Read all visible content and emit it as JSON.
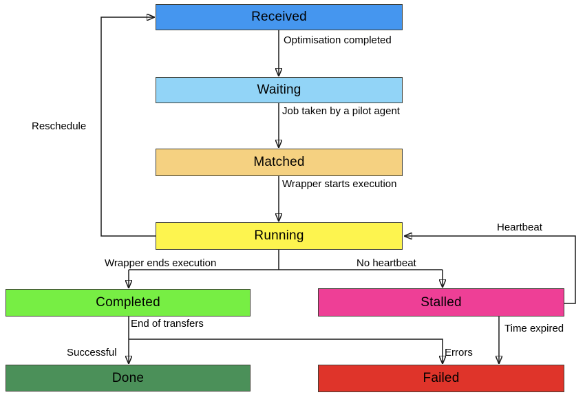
{
  "diagram": {
    "type": "state-diagram",
    "background_color": "#ffffff",
    "line_color": "#1a1a1a",
    "states": {
      "received": {
        "label": "Received",
        "color": "#4596ef"
      },
      "waiting": {
        "label": "Waiting",
        "color": "#92d4f7"
      },
      "matched": {
        "label": "Matched",
        "color": "#f5d181"
      },
      "running": {
        "label": "Running",
        "color": "#fdf44f"
      },
      "completed": {
        "label": "Completed",
        "color": "#77ee44"
      },
      "stalled": {
        "label": "Stalled",
        "color": "#ee3f96"
      },
      "done": {
        "label": "Done",
        "color": "#4b9059"
      },
      "failed": {
        "label": "Failed",
        "color": "#df342a"
      }
    },
    "transitions": {
      "optimisation_completed": {
        "label": "Optimisation completed",
        "from": "Received",
        "to": "Waiting"
      },
      "job_taken": {
        "label": "Job taken by a pilot agent",
        "from": "Waiting",
        "to": "Matched"
      },
      "wrapper_starts": {
        "label": "Wrapper starts execution",
        "from": "Matched",
        "to": "Running"
      },
      "reschedule": {
        "label": "Reschedule",
        "from": "Running",
        "to": "Received"
      },
      "wrapper_ends": {
        "label": "Wrapper ends execution",
        "from": "Running",
        "to": "Completed"
      },
      "no_heartbeat": {
        "label": "No heartbeat",
        "from": "Running",
        "to": "Stalled"
      },
      "heartbeat": {
        "label": "Heartbeat",
        "from": "Stalled",
        "to": "Running"
      },
      "end_of_transfers": {
        "label": "End of transfers",
        "from": "Completed",
        "to": "Done / Failed"
      },
      "successful": {
        "label": "Successful",
        "from": "Completed",
        "to": "Done"
      },
      "errors": {
        "label": "Errors",
        "from": "Completed",
        "to": "Failed"
      },
      "time_expired": {
        "label": "Time expired",
        "from": "Stalled",
        "to": "Failed"
      }
    }
  }
}
